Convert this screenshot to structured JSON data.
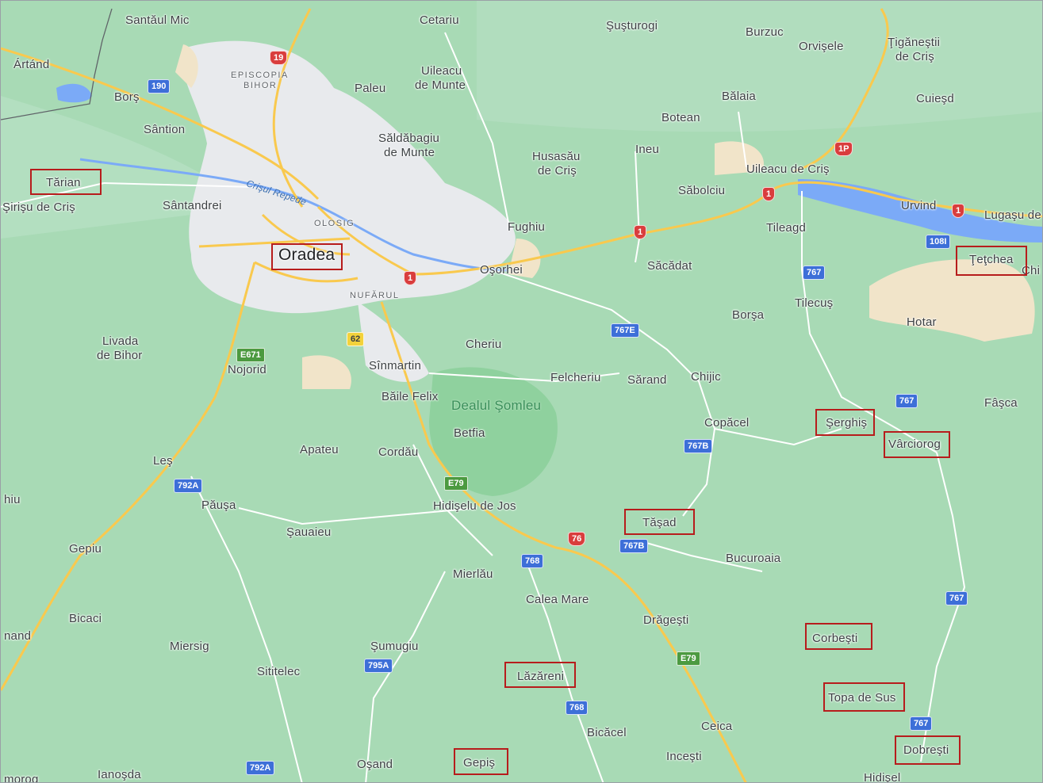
{
  "map": {
    "colors": {
      "land": "#a8dab5",
      "urban": "#e8eaed",
      "water": "#7baaf7",
      "sand": "#f1e4c9",
      "forest": "#8fd19e",
      "road_major": "#f9c94e",
      "highlight_box": "#b71c1c"
    },
    "places": [
      {
        "id": "santaul-mic",
        "text": "Santăul Mic"
      },
      {
        "id": "cetariu",
        "text": "Cetariu"
      },
      {
        "id": "susturogi",
        "text": "Şuşturogi"
      },
      {
        "id": "burzuc",
        "text": "Burzuc"
      },
      {
        "id": "orviseie",
        "text": "Orvişele"
      },
      {
        "id": "tiganestii",
        "text": "Ţigăneştii"
      },
      {
        "id": "tiganestii2",
        "text": "de Criş"
      },
      {
        "id": "artand",
        "text": "Ártánd"
      },
      {
        "id": "episcopia",
        "text": "EPISCOPIA"
      },
      {
        "id": "episcopia2",
        "text": "BIHOR"
      },
      {
        "id": "uileacu-munte",
        "text": "Uileacu"
      },
      {
        "id": "uileacu-munte2",
        "text": "de Munte"
      },
      {
        "id": "palleu",
        "text": "Paleu"
      },
      {
        "id": "cuiesd",
        "text": "Cuieşd"
      },
      {
        "id": "borş",
        "text": "Borş"
      },
      {
        "id": "balaia",
        "text": "Bălaia"
      },
      {
        "id": "botean",
        "text": "Botean"
      },
      {
        "id": "santion",
        "text": "Sântion"
      },
      {
        "id": "saldabagiu",
        "text": "Săldăbagiu"
      },
      {
        "id": "saldabagiu2",
        "text": "de Munte"
      },
      {
        "id": "husasau",
        "text": "Husasău"
      },
      {
        "id": "husasau2",
        "text": "de Criş"
      },
      {
        "id": "ineu",
        "text": "Ineu"
      },
      {
        "id": "uileacu-cris",
        "text": "Uileacu de Criş"
      },
      {
        "id": "tarian",
        "text": "Tărian"
      },
      {
        "id": "crisul",
        "text": "Crişul Repede"
      },
      {
        "id": "sabolciu",
        "text": "Săbolciu"
      },
      {
        "id": "sirisu",
        "text": "Şirişu de Criş"
      },
      {
        "id": "santandrei",
        "text": "Sântandrei"
      },
      {
        "id": "olosig",
        "text": "OLOSIG"
      },
      {
        "id": "urvind",
        "text": "Urvind"
      },
      {
        "id": "lugasu",
        "text": "Lugaşu de"
      },
      {
        "id": "fughiu",
        "text": "Fughiu"
      },
      {
        "id": "tileagd",
        "text": "Tileagd"
      },
      {
        "id": "oradea",
        "text": "Oradea"
      },
      {
        "id": "osorhei",
        "text": "Oşorhei"
      },
      {
        "id": "sacadat",
        "text": "Săcădat"
      },
      {
        "id": "tetchea",
        "text": "Ţeţchea"
      },
      {
        "id": "chi",
        "text": "Chi"
      },
      {
        "id": "nufarul",
        "text": "NUFĂRUL"
      },
      {
        "id": "tilecus",
        "text": "Tilecuş"
      },
      {
        "id": "borsa",
        "text": "Borşa"
      },
      {
        "id": "hotar",
        "text": "Hotar"
      },
      {
        "id": "livada",
        "text": "Livada"
      },
      {
        "id": "livada2",
        "text": "de Bihor"
      },
      {
        "id": "cheriu",
        "text": "Cheriu"
      },
      {
        "id": "nojorid",
        "text": "Nojorid"
      },
      {
        "id": "sinmartin",
        "text": "Sînmartin"
      },
      {
        "id": "felcheriu",
        "text": "Felcheriu"
      },
      {
        "id": "sarand",
        "text": "Sărand"
      },
      {
        "id": "chijic",
        "text": "Chijic"
      },
      {
        "id": "baile-felix",
        "text": "Băile Felix"
      },
      {
        "id": "dealul",
        "text": "Dealul Şomleu"
      },
      {
        "id": "fasca",
        "text": "Fâşca"
      },
      {
        "id": "serghis",
        "text": "Şerghiş"
      },
      {
        "id": "copacel",
        "text": "Copăcel"
      },
      {
        "id": "betfia",
        "text": "Betfia"
      },
      {
        "id": "varciorog",
        "text": "Vârciorog"
      },
      {
        "id": "apateu",
        "text": "Apateu"
      },
      {
        "id": "cordau",
        "text": "Cordău"
      },
      {
        "id": "les",
        "text": "Leş"
      },
      {
        "id": "hiu",
        "text": "hiu"
      },
      {
        "id": "pausa",
        "text": "Păuşa"
      },
      {
        "id": "hidiselu",
        "text": "Hidişelu de Jos"
      },
      {
        "id": "tasad",
        "text": "Tăşad"
      },
      {
        "id": "sauaieu",
        "text": "Şauaieu"
      },
      {
        "id": "gepiu",
        "text": "Gepiu"
      },
      {
        "id": "bucuroaia",
        "text": "Bucuroaia"
      },
      {
        "id": "mierlau",
        "text": "Mierlău"
      },
      {
        "id": "calea-mare",
        "text": "Calea Mare"
      },
      {
        "id": "bicaci",
        "text": "Bicaci"
      },
      {
        "id": "dragesti",
        "text": "Drăgeşti"
      },
      {
        "id": "nand",
        "text": "nand"
      },
      {
        "id": "corbesti",
        "text": "Corbeşti"
      },
      {
        "id": "miersig",
        "text": "Miersig"
      },
      {
        "id": "sumugiu",
        "text": "Şumugiu"
      },
      {
        "id": "sititelec",
        "text": "Sititelec"
      },
      {
        "id": "lazareni",
        "text": "Lăzăreni"
      },
      {
        "id": "topa",
        "text": "Topa de Sus"
      },
      {
        "id": "ceica",
        "text": "Ceica"
      },
      {
        "id": "bicacel",
        "text": "Bicăcel"
      },
      {
        "id": "dobresti",
        "text": "Dobreşti"
      },
      {
        "id": "incesti",
        "text": "Inceşti"
      },
      {
        "id": "gepis",
        "text": "Gepiş"
      },
      {
        "id": "osand",
        "text": "Oşand"
      },
      {
        "id": "ianosda",
        "text": "Ianoşda"
      },
      {
        "id": "morog",
        "text": "morog"
      },
      {
        "id": "hidisel",
        "text": "Hidişel"
      }
    ],
    "shields": [
      {
        "id": "r19",
        "text": "19",
        "kind": "red"
      },
      {
        "id": "r190",
        "text": "190",
        "kind": "blue"
      },
      {
        "id": "r1p",
        "text": "1P",
        "kind": "red"
      },
      {
        "id": "r1a",
        "text": "1",
        "kind": "red"
      },
      {
        "id": "r1b",
        "text": "1",
        "kind": "red"
      },
      {
        "id": "r1c",
        "text": "1",
        "kind": "red"
      },
      {
        "id": "r1d",
        "text": "1",
        "kind": "red"
      },
      {
        "id": "r108i",
        "text": "108I",
        "kind": "blue"
      },
      {
        "id": "r767a",
        "text": "767",
        "kind": "blue"
      },
      {
        "id": "r62",
        "text": "62",
        "kind": "yellow"
      },
      {
        "id": "r767e",
        "text": "767E",
        "kind": "blue"
      },
      {
        "id": "re671",
        "text": "E671",
        "kind": "green"
      },
      {
        "id": "r767b1",
        "text": "767",
        "kind": "blue"
      },
      {
        "id": "r767B",
        "text": "767B",
        "kind": "blue"
      },
      {
        "id": "r792a1",
        "text": "792A",
        "kind": "blue"
      },
      {
        "id": "re79a",
        "text": "E79",
        "kind": "green"
      },
      {
        "id": "r76",
        "text": "76",
        "kind": "red"
      },
      {
        "id": "r767B2",
        "text": "767B",
        "kind": "blue"
      },
      {
        "id": "r768a",
        "text": "768",
        "kind": "blue"
      },
      {
        "id": "r767c",
        "text": "767",
        "kind": "blue"
      },
      {
        "id": "re79b",
        "text": "E79",
        "kind": "green"
      },
      {
        "id": "r795a",
        "text": "795A",
        "kind": "blue"
      },
      {
        "id": "r768b",
        "text": "768",
        "kind": "blue"
      },
      {
        "id": "r767d",
        "text": "767",
        "kind": "blue"
      },
      {
        "id": "r792a2",
        "text": "792A",
        "kind": "blue"
      }
    ]
  }
}
